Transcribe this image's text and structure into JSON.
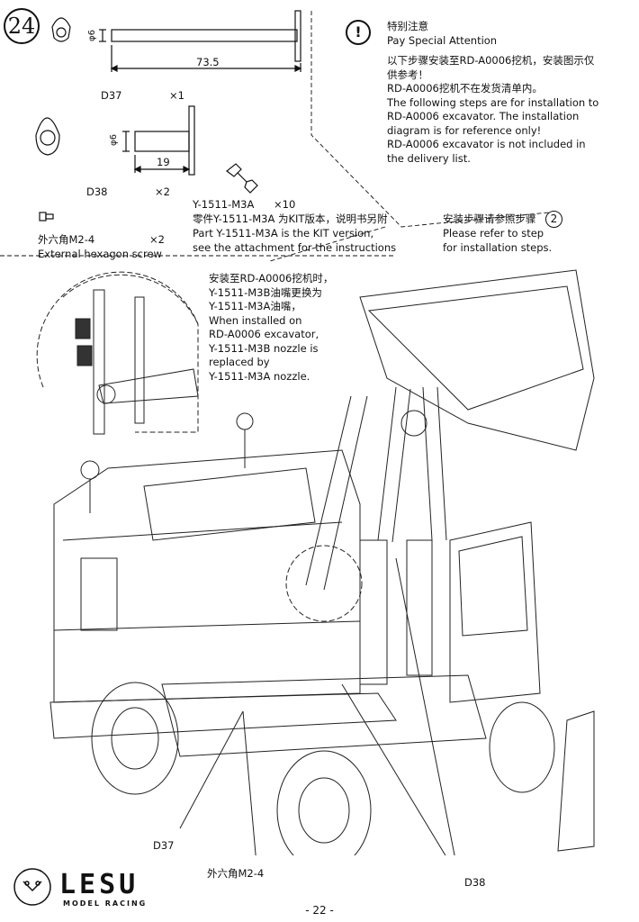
{
  "step": {
    "number": "24"
  },
  "parts": {
    "d37": {
      "code": "D37",
      "qty": "×1",
      "dia": "φ6",
      "length": "73.5"
    },
    "d38": {
      "code": "D38",
      "qty": "×2",
      "dia": "φ6",
      "length": "19"
    },
    "nozzle": {
      "code": "Y-1511-M3A",
      "qty": "×10",
      "note_cn": "零件Y-1511-M3A 为KIT版本，说明书另附",
      "note_en1": "Part Y-1511-M3A  is the KIT version,",
      "note_en2": "see the attachment for the instructions"
    },
    "screw": {
      "name_cn": "外六角M2-4",
      "qty": "×2",
      "name_en": "External hexagon screw"
    }
  },
  "attention": {
    "title_cn": "特别注意",
    "title_en": "Pay Special Attention",
    "lines": [
      "以下步骤安装至RD-A0006挖机，安装图示仅",
      "供参考！",
      "RD-A0006挖机不在发货清单内。",
      "The following steps are for installation to",
      "RD-A0006 excavator. The installation",
      "diagram is for reference only!",
      "RD-A0006 excavator is not included in",
      "the delivery list."
    ]
  },
  "refer": {
    "line_cn": "安装步骤请参照步骤",
    "circle": "2",
    "line_en1": "Please refer to step",
    "line_en2": "for installation steps."
  },
  "install_note": {
    "lines": [
      "安装至RD-A0006挖机时，",
      "Y-1511-M3B油嘴更换为",
      "Y-1511-M3A油嘴，",
      "When installed on",
      "RD-A0006 excavator,",
      "Y-1511-M3B nozzle is",
      "replaced by",
      "Y-1511-M3A nozzle."
    ]
  },
  "callouts": {
    "d37": "D37",
    "screw": "外六角M2-4",
    "d38": "D38"
  },
  "brand": {
    "logo": "LESU",
    "sub": "MODEL RACING"
  },
  "page": {
    "number": "- 22 -"
  }
}
